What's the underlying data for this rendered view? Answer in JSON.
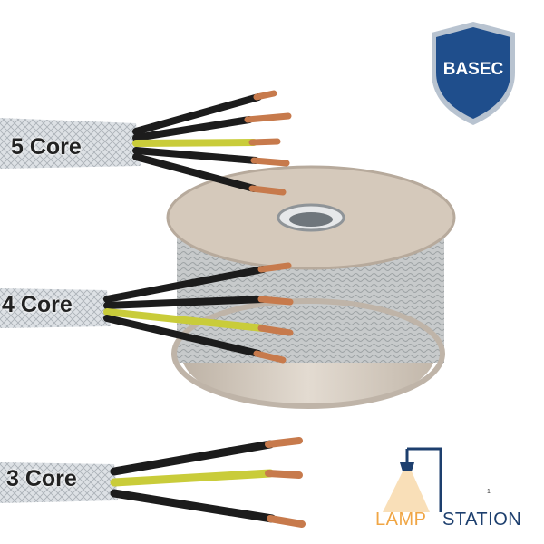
{
  "labels": {
    "core5": "5 Core",
    "core4": "4 Core",
    "core3": "3 Core"
  },
  "badge": {
    "text": "BASEC",
    "color": "#1f4e8c"
  },
  "logo": {
    "part1": "LAMP",
    "part2": "STATION",
    "color1": "#f0a645",
    "color2": "#1d3f6e"
  },
  "footnote": "1",
  "colors": {
    "sheath": "#d7dbdf",
    "black_wire": "#1c1c1c",
    "yellow_green": "#c9cc3a",
    "copper": "#c77a4c",
    "reel": "#d8cfc4"
  },
  "icons": [
    "basec-shield-icon",
    "lamp-station-lamp-icon"
  ]
}
